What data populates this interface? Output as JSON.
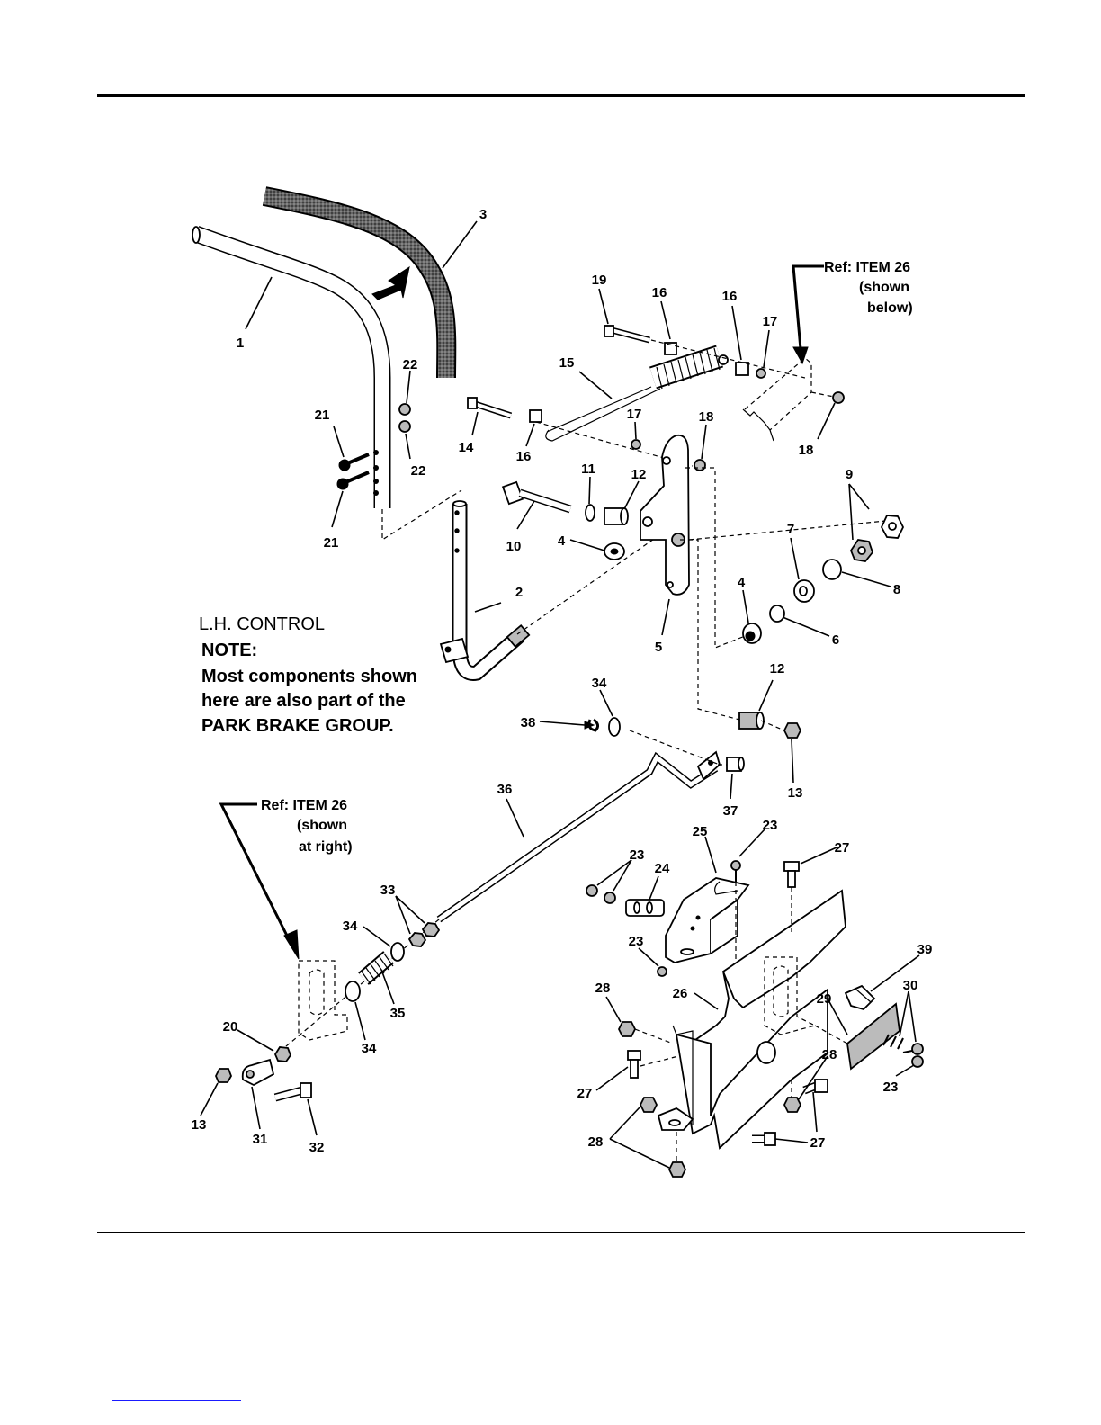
{
  "callouts": {
    "c1": "1",
    "c2": "2",
    "c3": "3",
    "c4a": "4",
    "c4b": "4",
    "c5": "5",
    "c6": "6",
    "c7": "7",
    "c8": "8",
    "c9": "9",
    "c10": "10",
    "c11": "11",
    "c12a": "12",
    "c12b": "12",
    "c13a": "13",
    "c13b": "13",
    "c14": "14",
    "c15": "15",
    "c16a": "16",
    "c16b": "16",
    "c16c": "16",
    "c17a": "17",
    "c17b": "17",
    "c18a": "18",
    "c18b": "18",
    "c19": "19",
    "c20": "20",
    "c21a": "21",
    "c21b": "21",
    "c22a": "22",
    "c22b": "22",
    "c23a": "23",
    "c23b": "23",
    "c23c": "23",
    "c23d": "23",
    "c24": "24",
    "c25": "25",
    "c26": "26",
    "c27a": "27",
    "c27b": "27",
    "c27c": "27",
    "c28a": "28",
    "c28b": "28",
    "c28c": "28",
    "c29": "29",
    "c30": "30",
    "c31": "31",
    "c32": "32",
    "c33": "33",
    "c34a": "34",
    "c34b": "34",
    "c34c": "34",
    "c35": "35",
    "c36": "36",
    "c37": "37",
    "c38": "38",
    "c39": "39"
  },
  "ref_top": {
    "line1": "Ref: ITEM 26",
    "line2": "(shown",
    "line3": "below)"
  },
  "ref_left": {
    "line1": "Ref: ITEM 26",
    "line2": "(shown",
    "line3": "at right)"
  },
  "note": {
    "heading": "L.H. CONTROL",
    "label": "NOTE:",
    "line1": "Most components shown",
    "line2": "here are also part  of the",
    "line3": "PARK BRAKE GROUP."
  }
}
